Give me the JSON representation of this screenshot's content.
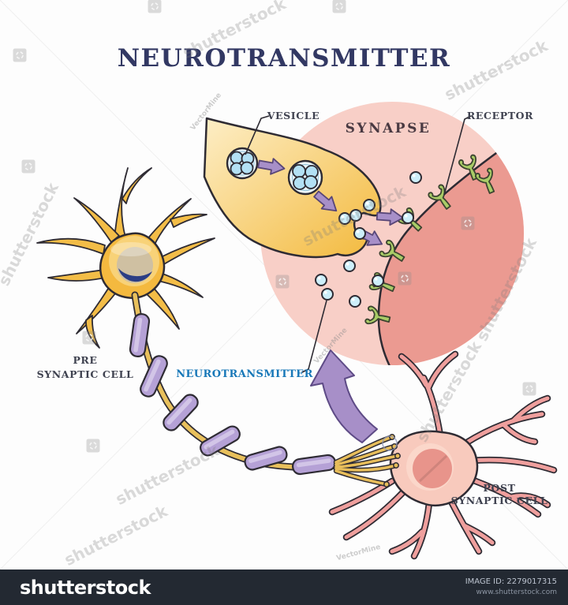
{
  "title": "NEUROTRANSMITTER",
  "labels": {
    "synapse": "SYNAPSE",
    "vesicle": "VESICLE",
    "receptor": "RECEPTOR",
    "neurotransmitter": "NEUROTRANSMITTER",
    "pre_cell": {
      "line1": "PRE",
      "line2": "SYNAPTIC CELL"
    },
    "post_cell": {
      "line1": "POST",
      "line2": "SYNAPTIC CELL"
    }
  },
  "watermarks": {
    "brand": "shutterstock",
    "creator": "VectorMine"
  },
  "footer": {
    "logo": "shutterstock",
    "image_id": "IMAGE ID: 2279017315",
    "website": "www.shutterstock.com"
  },
  "colors": {
    "title_navy": "#323863",
    "synapse_circle_pink": "#f8cfc7",
    "membrane_pink": "#eb9a91",
    "terminal_yellow": "#f5bc3e",
    "receptor_green": "#a9cc67",
    "arrow_purple": "#a78fc8",
    "myelin_purple": "#b5a1d6",
    "pre_cell_yellow": "#f4b93f",
    "nucleus_navy": "#2c3e85",
    "post_cell_pink": "#f8cabd",
    "nt_dot_blue": "#cdeffa",
    "nt_label_blue": "#1878b8",
    "footer_bg": "#232932",
    "outline_dark": "#2e2b33"
  }
}
